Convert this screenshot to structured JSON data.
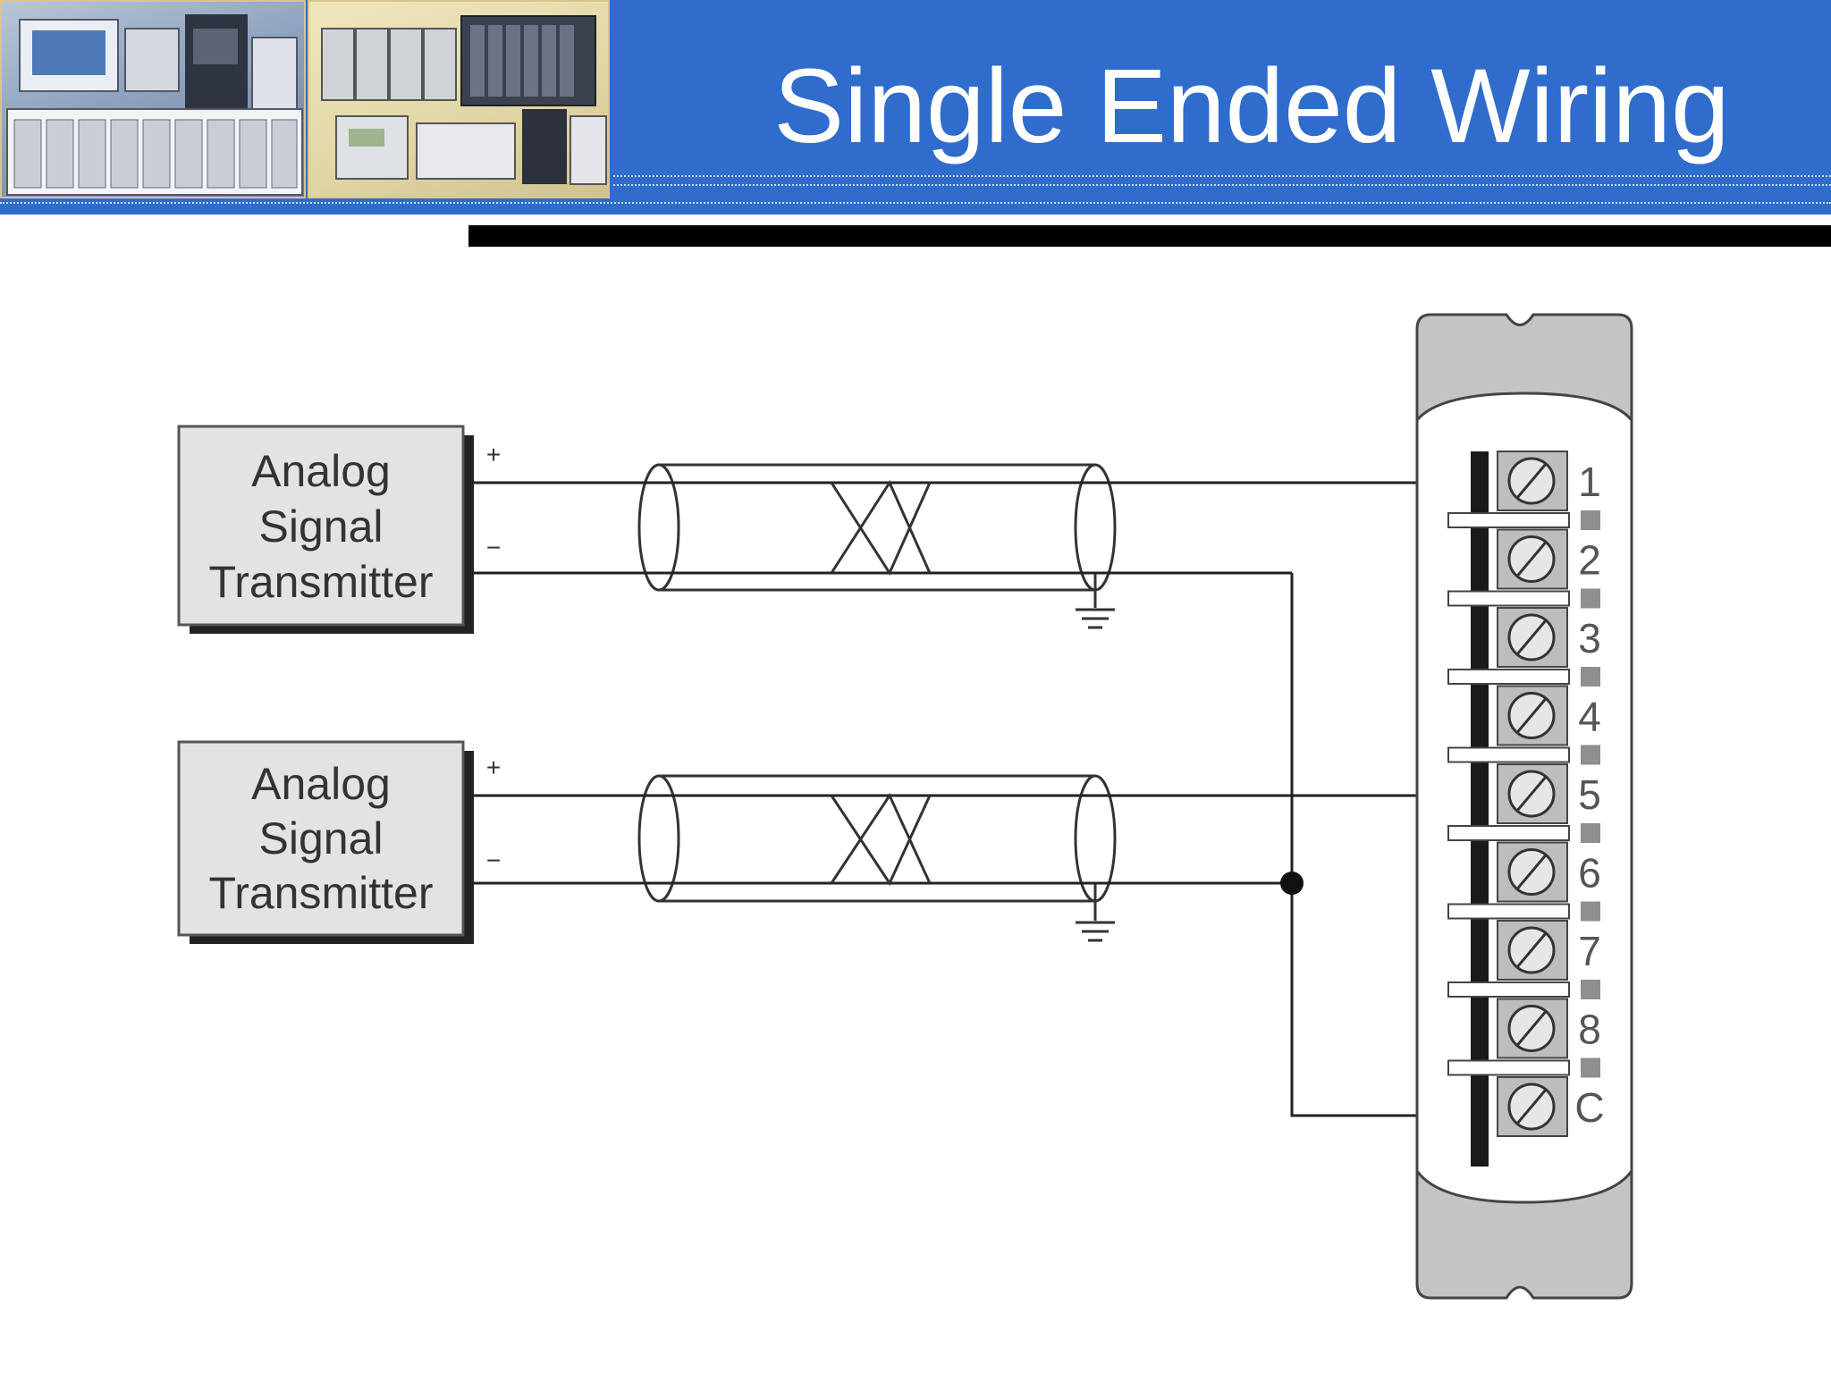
{
  "slide": {
    "title": "Single Ended Wiring"
  },
  "diagram": {
    "transmitters": [
      {
        "line1": "Analog",
        "line2": "Signal",
        "line3": "Transmitter",
        "plus": "+",
        "minus": "−"
      },
      {
        "line1": "Analog",
        "line2": "Signal",
        "line3": "Transmitter",
        "plus": "+",
        "minus": "−"
      }
    ],
    "terminals": [
      "1",
      "2",
      "3",
      "4",
      "5",
      "6",
      "7",
      "8",
      "C"
    ]
  },
  "colors": {
    "header_blue": "#2f6ccc",
    "wire": "#222222",
    "module_gray": "#c4c4c4"
  }
}
